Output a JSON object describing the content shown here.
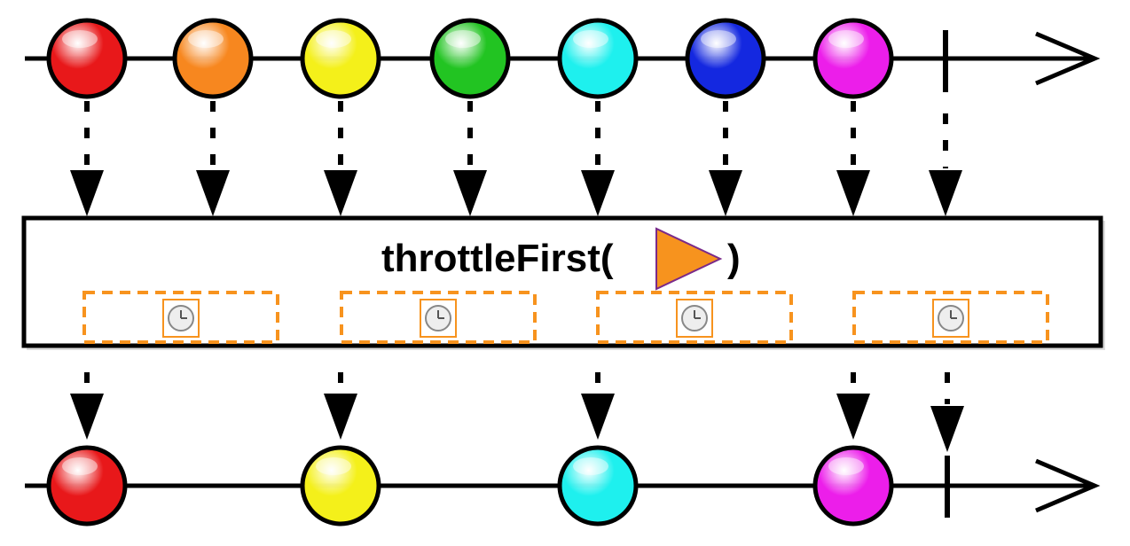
{
  "operator": {
    "name": "throttleFirst(",
    "closing": ")",
    "argument_icon": "orange-play-triangle-icon",
    "argument_color": "#f7931e"
  },
  "window_icon": "clock-icon",
  "window_color": "#f7931e",
  "input_marbles": [
    {
      "color": "#e8181a",
      "name": "red"
    },
    {
      "color": "#f7871f",
      "name": "orange"
    },
    {
      "color": "#f4f01a",
      "name": "yellow"
    },
    {
      "color": "#22c422",
      "name": "green"
    },
    {
      "color": "#1ef0ee",
      "name": "cyan"
    },
    {
      "color": "#1428e0",
      "name": "blue"
    },
    {
      "color": "#ec1eea",
      "name": "magenta"
    }
  ],
  "output_marbles": [
    {
      "color": "#e8181a",
      "name": "red"
    },
    {
      "color": "#f4f01a",
      "name": "yellow"
    },
    {
      "color": "#1ef0ee",
      "name": "cyan"
    },
    {
      "color": "#ec1eea",
      "name": "magenta"
    }
  ],
  "throttle_windows": 4,
  "input_completes": true,
  "output_completes": true
}
